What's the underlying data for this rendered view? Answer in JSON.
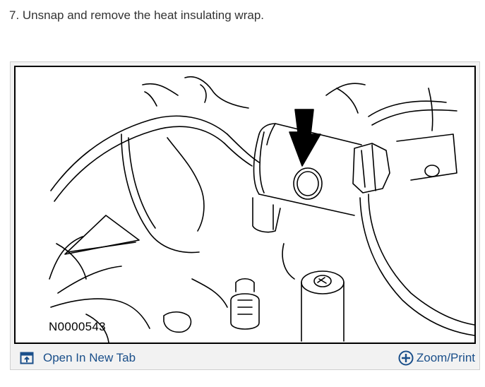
{
  "step": {
    "text": "7. Unsnap and remove the heat insulating wrap."
  },
  "figure": {
    "label": "N0000543"
  },
  "toolbar": {
    "open_label": "Open In New Tab",
    "open_icon": "open-new-tab-icon",
    "zoom_label": "Zoom/Print",
    "zoom_icon": "zoom-plus-icon"
  },
  "colors": {
    "link": "#1a4f8a",
    "frame_bg": "#f2f2f2",
    "frame_border": "#cfcfcf"
  }
}
